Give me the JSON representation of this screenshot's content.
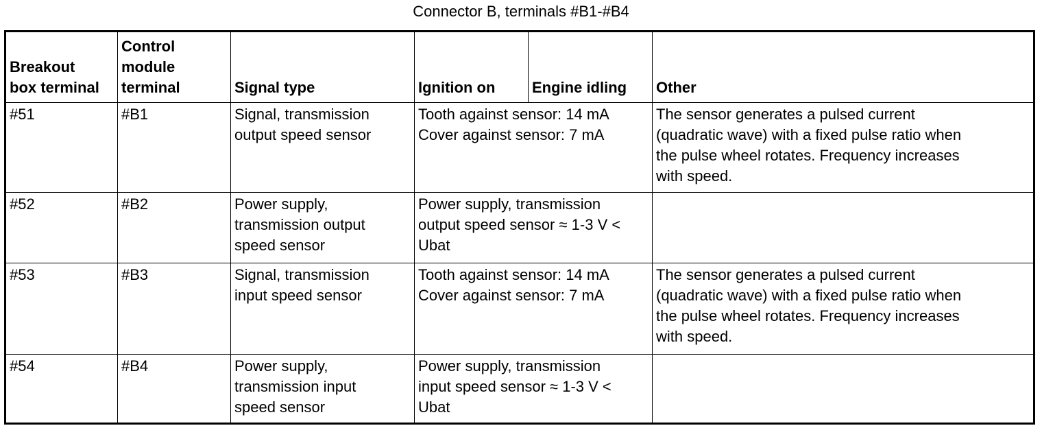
{
  "title": "Connector B, terminals #B1-#B4",
  "headers": {
    "breakout": [
      "Breakout",
      "box terminal"
    ],
    "control": [
      "Control",
      "module",
      "terminal"
    ],
    "signal_type": "Signal type",
    "ignition_on": "Ignition on",
    "engine_idling": "Engine idling",
    "other": "Other"
  },
  "rows": [
    {
      "breakout": "#51",
      "control": "#B1",
      "signal": [
        "Signal, transmission",
        "output speed sensor"
      ],
      "value": [
        "Tooth against sensor: 14 mA",
        "Cover against sensor: 7 mA"
      ],
      "other": [
        "The sensor generates a pulsed current",
        "(quadratic wave) with a fixed pulse ratio when",
        "the pulse wheel rotates. Frequency increases",
        "with speed."
      ]
    },
    {
      "breakout": "#52",
      "control": "#B2",
      "signal": [
        "Power supply,",
        "transmission output",
        "speed sensor"
      ],
      "value": [
        "Power supply, transmission",
        "output speed sensor ≈ 1-3 V <",
        "Ubat"
      ],
      "other": []
    },
    {
      "breakout": "#53",
      "control": "#B3",
      "signal": [
        "Signal, transmission",
        "input speed sensor"
      ],
      "value": [
        "Tooth against sensor: 14 mA",
        "Cover against sensor: 7 mA"
      ],
      "other": [
        "The sensor generates a pulsed current",
        "(quadratic wave) with a fixed pulse ratio when",
        "the pulse wheel rotates. Frequency increases",
        "with speed."
      ]
    },
    {
      "breakout": "#54",
      "control": "#B4",
      "signal": [
        "Power supply,",
        "transmission input",
        "speed sensor"
      ],
      "value": [
        "Power supply, transmission",
        "input speed sensor ≈ 1-3 V <",
        "Ubat"
      ],
      "other": []
    }
  ]
}
